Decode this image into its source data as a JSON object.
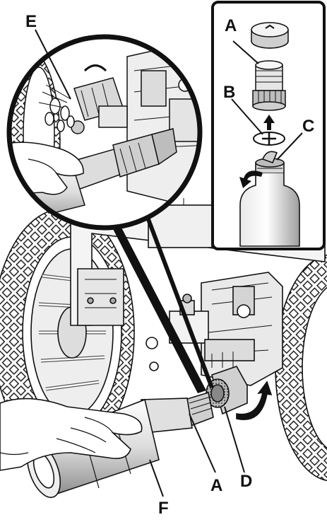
{
  "callouts": {
    "a_inset": "A",
    "b_inset": "B",
    "c_inset": "C",
    "e_zoom": "E",
    "a_main": "A",
    "d_main": "D",
    "f_main": "F"
  },
  "colors": {
    "line": "#111111",
    "fill_light": "#ffffff",
    "fill_mid": "#cfcfcf",
    "fill_dark": "#9a9a9a",
    "background": "#ffffff"
  }
}
